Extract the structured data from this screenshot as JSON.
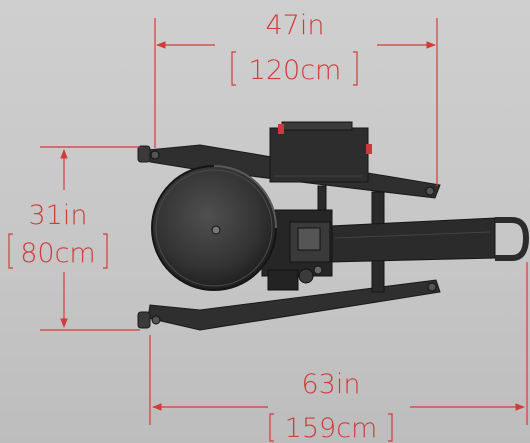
{
  "dimensions": {
    "width": {
      "imperial": "47in",
      "metric": "120cm"
    },
    "height": {
      "imperial": "31in",
      "metric": "80cm"
    },
    "length": {
      "imperial": "63in",
      "metric": "159cm"
    }
  },
  "colors": {
    "dimension_line": "#d33a3a",
    "background": "#c8c8c8",
    "machine": "#2e2e2e",
    "machine_dark": "#1c1c1c",
    "machine_light": "#4a4a4a"
  }
}
